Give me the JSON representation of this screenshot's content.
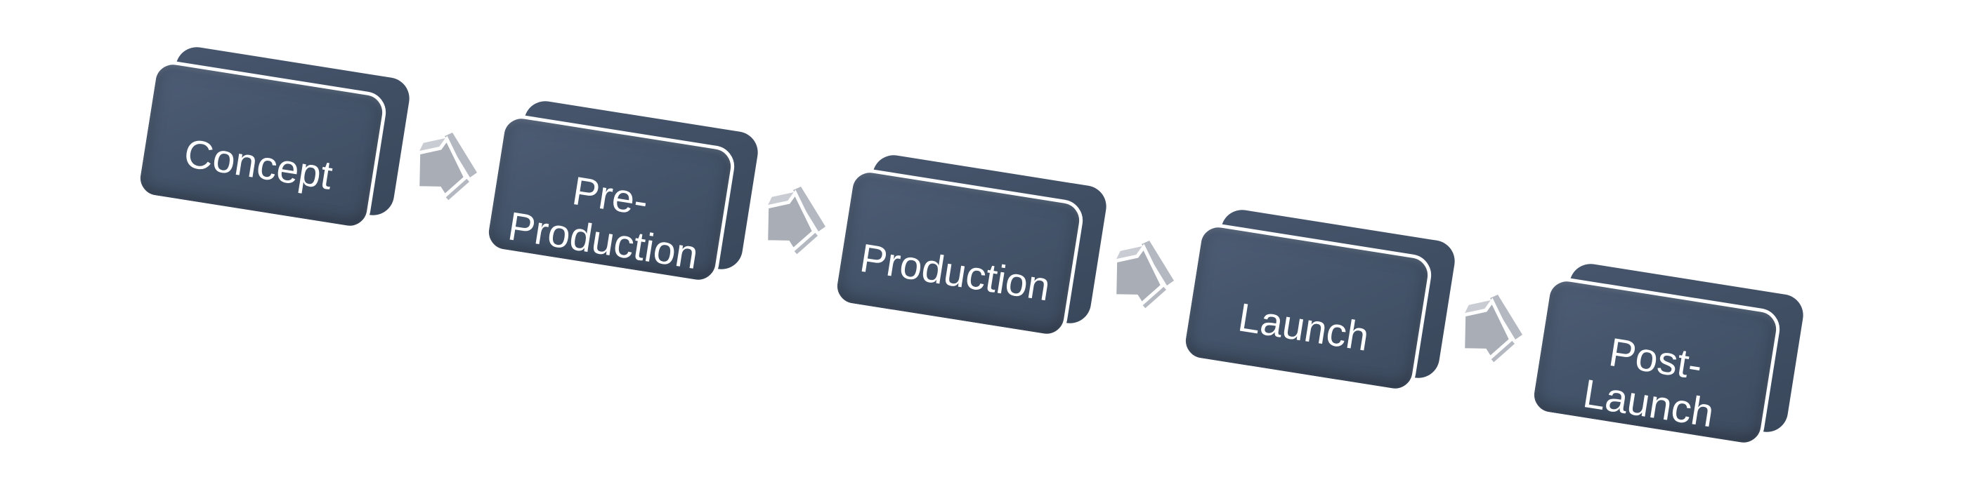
{
  "diagram": {
    "type": "process-flow",
    "steps": [
      {
        "label": "Concept"
      },
      {
        "label": "Pre-\nProduction"
      },
      {
        "label": "Production"
      },
      {
        "label": "Launch"
      },
      {
        "label": "Post-\nLaunch"
      }
    ],
    "connector": {
      "icon": "right-arrow-3d",
      "count": 4
    },
    "colors": {
      "background": "#ffffff",
      "box_face": "#44546a",
      "box_face_light": "#4e5d75",
      "box_face_dark": "#3e4c60",
      "box_side": "#3f4d62",
      "box_outline": "#ffffff",
      "label_text": "#ffffff",
      "arrow_body": "#a8adb6",
      "arrow_side": "#b4b8c0",
      "arrow_top": "#c9cdd3"
    }
  }
}
